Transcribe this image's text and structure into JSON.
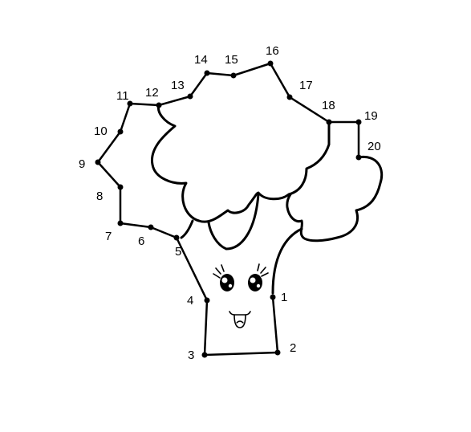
{
  "worksheet": {
    "subject": "broccoli",
    "ink_color": "#000000",
    "background_color": "#ffffff",
    "dots": [
      {
        "n": "1"
      },
      {
        "n": "2"
      },
      {
        "n": "3"
      },
      {
        "n": "4"
      },
      {
        "n": "5"
      },
      {
        "n": "6"
      },
      {
        "n": "7"
      },
      {
        "n": "8"
      },
      {
        "n": "9"
      },
      {
        "n": "10"
      },
      {
        "n": "11"
      },
      {
        "n": "12"
      },
      {
        "n": "13"
      },
      {
        "n": "14"
      },
      {
        "n": "15"
      },
      {
        "n": "16"
      },
      {
        "n": "17"
      },
      {
        "n": "18"
      },
      {
        "n": "19"
      },
      {
        "n": "20"
      }
    ]
  }
}
